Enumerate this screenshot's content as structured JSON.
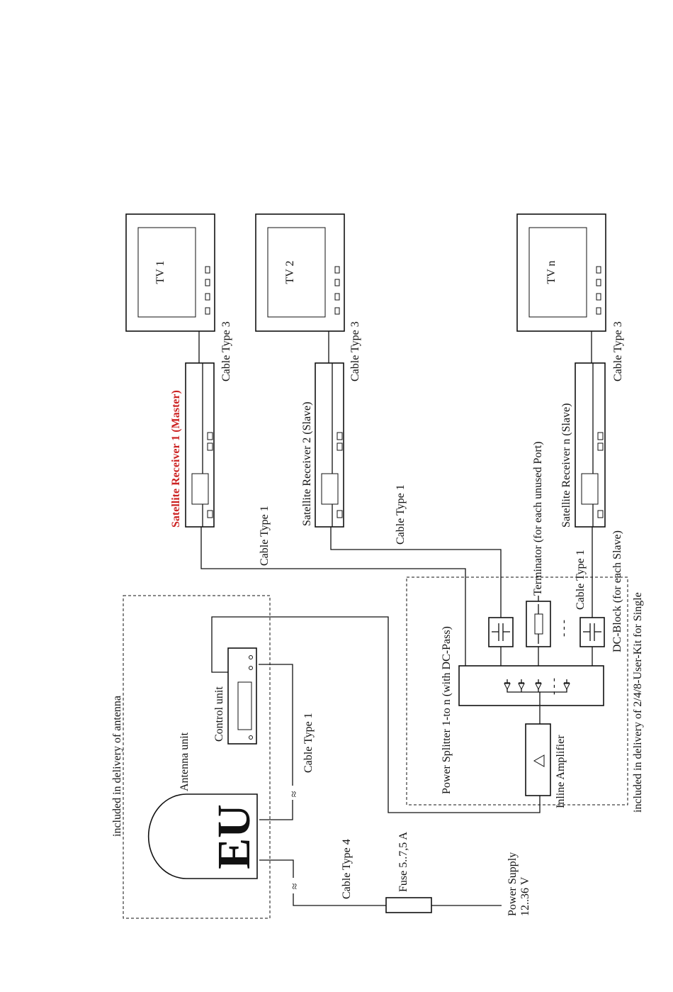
{
  "labels": {
    "included_antenna": "included in delivery of antenna",
    "included_kit": "included in delivery of 2/4/8-User-Kit for Single",
    "antenna_unit": "Antenna unit",
    "eu": "EU",
    "control_unit": "Control unit",
    "cable_type_1_control": "Cable Type 1",
    "cable_type_4": "Cable Type 4",
    "fuse": "Fuse 5..7,5 A",
    "power_supply_1": "Power Supply",
    "power_supply_2": "12..36 V",
    "inline_amplifier": "Inline Amplifier",
    "power_splitter": "Power Splitter 1-to n (with DC-Pass)",
    "dc_block": "DC-Block (for each Slave)",
    "terminator": "Terminator (for each unused Port)",
    "cable_type_1_slave_n": "Cable Type 1",
    "cable_type_1_r1": "Cable Type 1",
    "cable_type_1_r2": "Cable Type 1",
    "receiver_1": "Satellite Receiver 1 (Master)",
    "receiver_2": "Satellite Receiver 2 (Slave)",
    "receiver_n": "Satellite Receiver n (Slave)",
    "cable_type_3_1": "Cable Type 3",
    "cable_type_3_2": "Cable Type 3",
    "cable_type_3_n": "Cable Type 3",
    "tv_1": "TV 1",
    "tv_2": "TV 2",
    "tv_n": "TV n",
    "ellipsis": "- - -"
  },
  "colors": {
    "master_label": "#cc2222",
    "line": "#111111"
  }
}
